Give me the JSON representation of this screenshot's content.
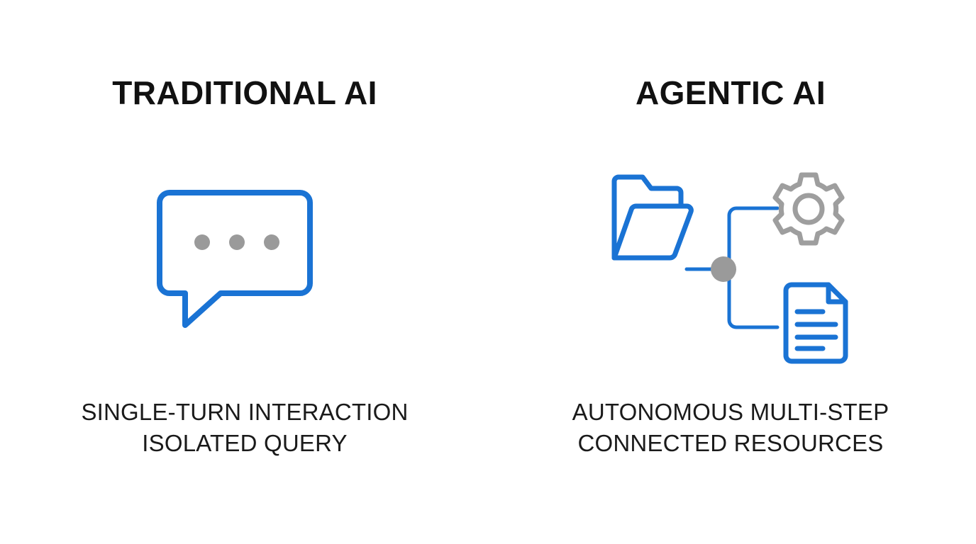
{
  "slide": {
    "background_color": "#ffffff",
    "accent_blue": "#1a73d4",
    "accent_gray": "#9a9a9a",
    "text_color": "#111111"
  },
  "columns": [
    {
      "id": "traditional-ai",
      "title": "TRADITIONAL AI",
      "icon": "speech-bubble-icon",
      "icon_parts": [
        "speech-bubble-outline",
        "typing-dot-1",
        "typing-dot-2",
        "typing-dot-3"
      ],
      "caption_lines": [
        "SINGLE-TURN INTERACTION",
        "ISOLATED QUERY"
      ]
    },
    {
      "id": "agentic-ai",
      "title": "AGENTIC AI",
      "icon": "connected-resources-icon",
      "icon_parts": [
        "folder-icon",
        "hub-node",
        "gear-icon",
        "document-icon",
        "connector-lines"
      ],
      "caption_lines": [
        "AUTONOMOUS MULTI-STEP",
        "CONNECTED RESOURCES"
      ]
    }
  ],
  "chart_data": {
    "type": "diagram",
    "title": "",
    "comparison": [
      {
        "heading": "TRADITIONAL AI",
        "visual": "single speech bubble with three typing dots",
        "attributes": [
          "SINGLE-TURN INTERACTION",
          "ISOLATED QUERY"
        ],
        "node_count": 1
      },
      {
        "heading": "AGENTIC AI",
        "visual": "folder linked through a hub node branching to a gear and a document",
        "attributes": [
          "AUTONOMOUS MULTI-STEP",
          "CONNECTED RESOURCES"
        ],
        "node_count": 4,
        "nodes": [
          "folder",
          "hub",
          "gear",
          "document"
        ],
        "edges": [
          [
            "folder",
            "hub"
          ],
          [
            "hub",
            "gear"
          ],
          [
            "hub",
            "document"
          ]
        ]
      }
    ]
  }
}
